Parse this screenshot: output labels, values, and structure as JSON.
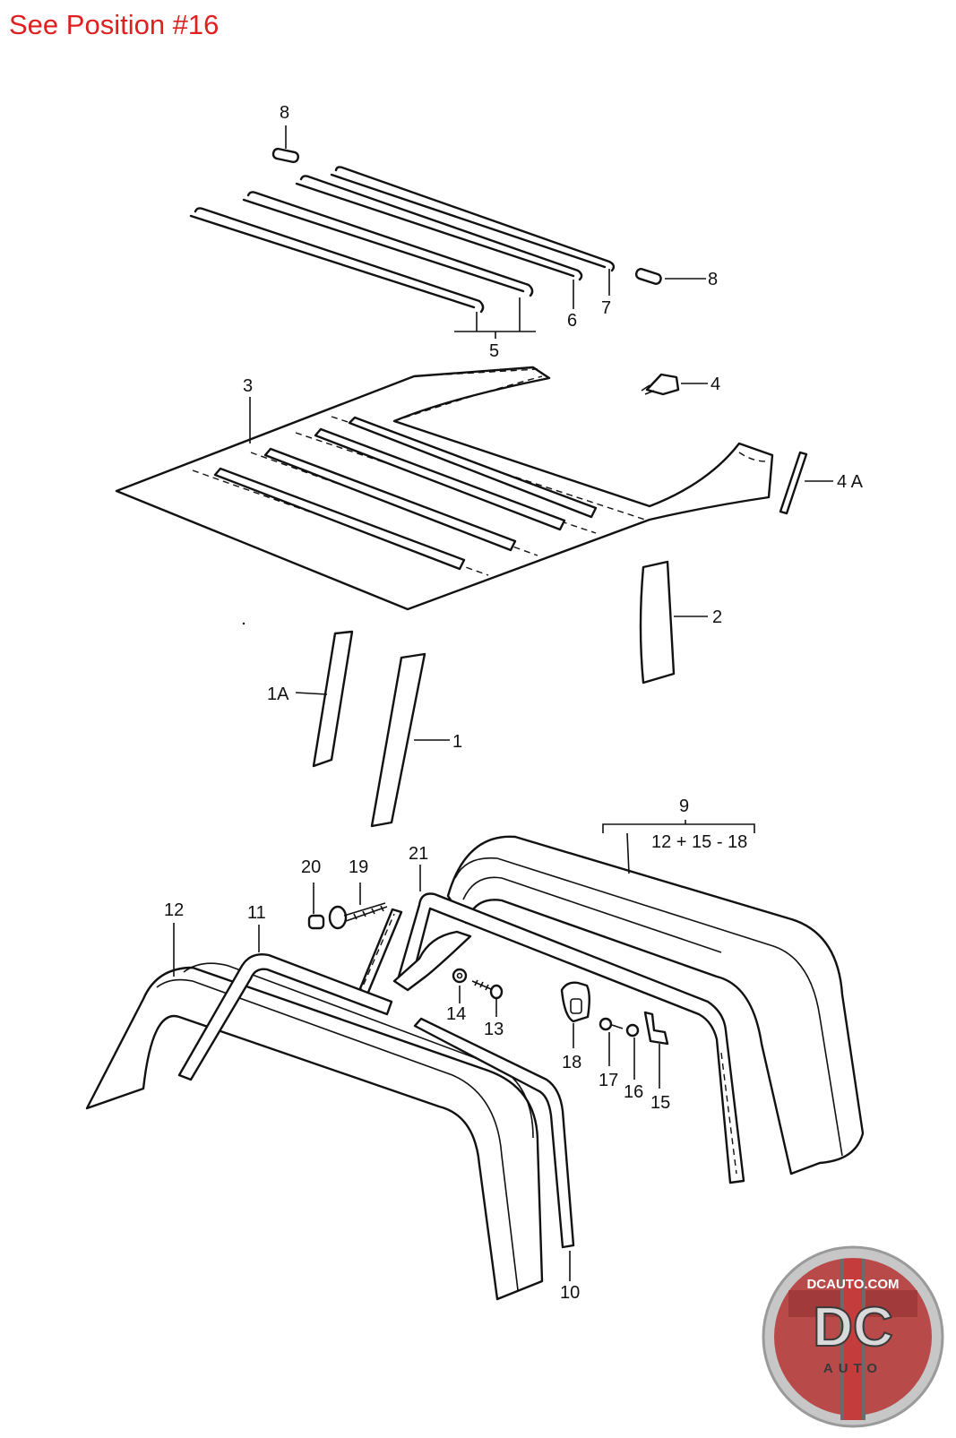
{
  "heading": "See Position #16",
  "colors": {
    "heading": "#e02020",
    "logo_ring": "#c0c0c0",
    "logo_red": "#b52b2b",
    "logo_dark": "#5a5a5a"
  },
  "callouts": {
    "c8_top": "8",
    "c8_right": "8",
    "c7": "7",
    "c6": "6",
    "c5": "5",
    "c4": "4",
    "c3": "3",
    "c4a": "4 A",
    "c2": "2",
    "c1a": "1A",
    "c1": "1",
    "c9": "9",
    "c9_sub": "12 + 15 - 18",
    "c20": "20",
    "c19": "19",
    "c21": "21",
    "c12": "12",
    "c11": "11",
    "c14": "14",
    "c13": "13",
    "c18": "18",
    "c17": "17",
    "c16": "16",
    "c15": "15",
    "c10": "10"
  },
  "logo": {
    "site": "DCAUTO.COM",
    "mark": "DC",
    "sub": "AUTO",
    "icon": "dc-auto-badge-icon"
  }
}
